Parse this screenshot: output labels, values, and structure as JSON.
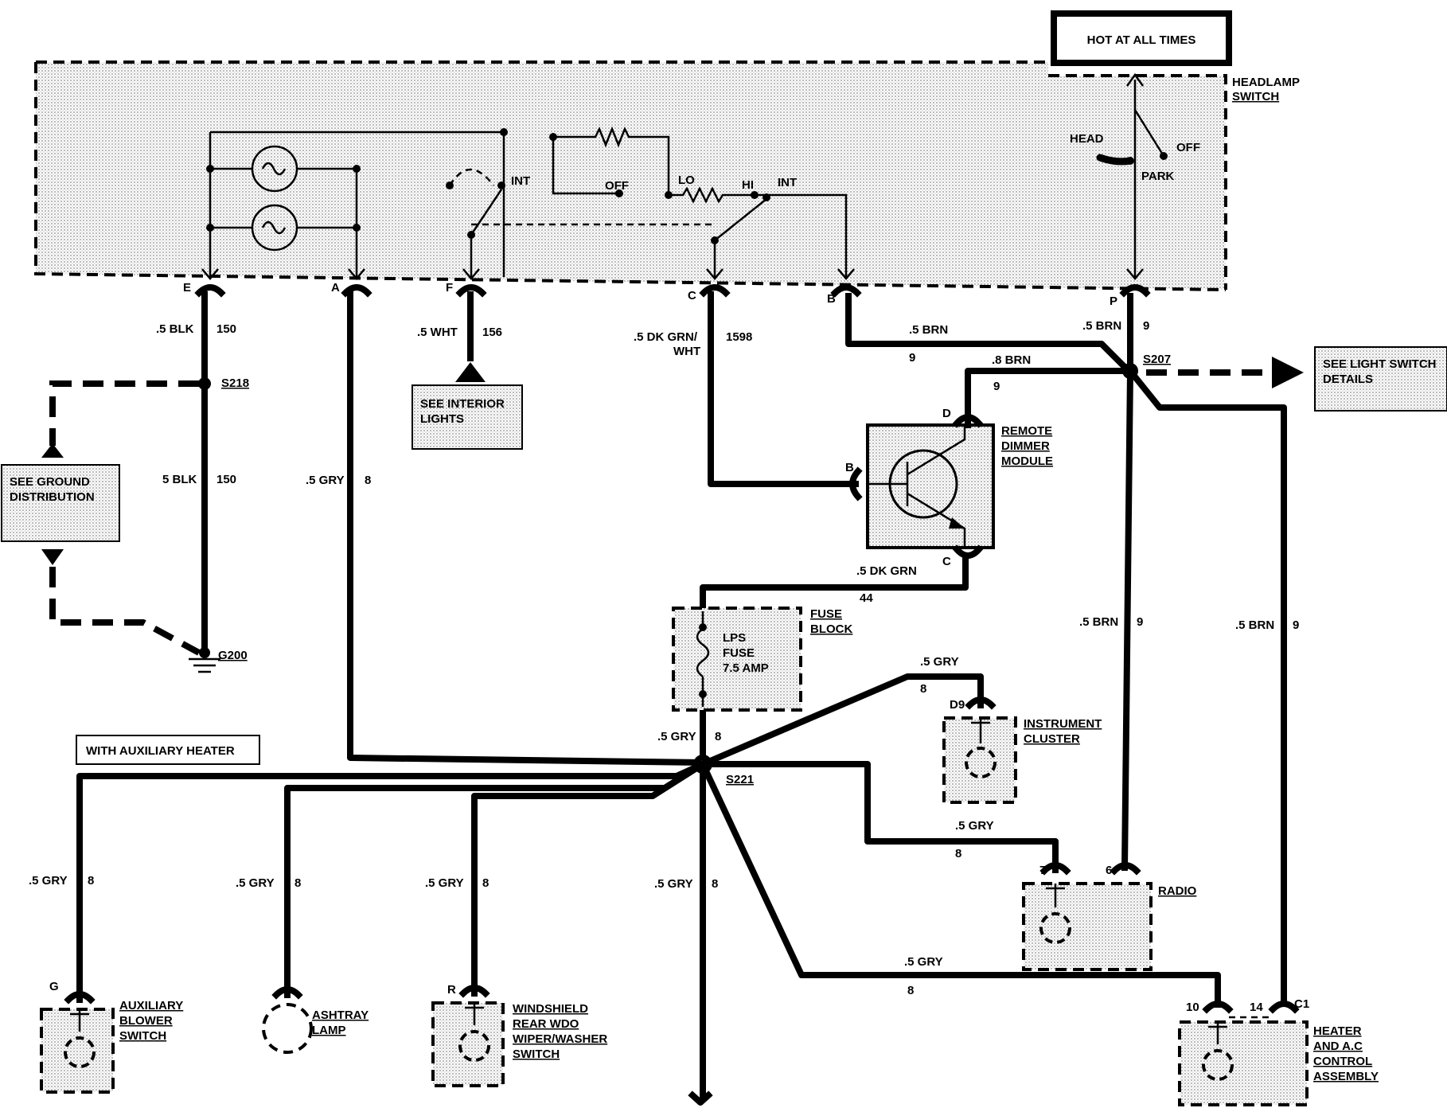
{
  "hot_label": "HOT AT ALL TIMES",
  "headlamp_switch": {
    "name_line1": "HEADLAMP",
    "name_line2": "SWITCH",
    "pos_head": "HEAD",
    "pos_off": "OFF",
    "pos_park": "PARK",
    "int_left": "INT",
    "off_mid": "OFF",
    "lo": "LO",
    "hi": "HI",
    "int_right": "INT"
  },
  "terminals": {
    "e": "E",
    "a": "A",
    "f": "F",
    "c": "C",
    "b": "B",
    "p": "P"
  },
  "wires": {
    "e_color": ".5 BLK",
    "e_num": "150",
    "e2_color": "5 BLK",
    "e2_num": "150",
    "a_color": ".5 GRY",
    "a_num": "8",
    "f_color": ".5 WHT",
    "f_num": "156",
    "c_color1": ".5 DK GRN/",
    "c_color2": "WHT",
    "c_num": "1598",
    "b_color": ".5 BRN",
    "b_num": "9",
    "p_color": ".5 BRN",
    "p_num": "9",
    "brn8_color": ".8 BRN",
    "brn8_num": "9",
    "dkgrn_color": ".5 DK GRN",
    "dkgrn_num": "44",
    "radio_brn_color": ".5 BRN",
    "radio_brn_num": "9",
    "hvac_brn_color": ".5 BRN",
    "hvac_brn_num": "9",
    "s221_in_color": ".5 GRY",
    "s221_in_num": "8",
    "ic_color": ".5 GRY",
    "ic_num": "8",
    "radio_gry_color": ".5 GRY",
    "radio_gry_num": "8",
    "hvac_gry_color": ".5 GRY",
    "hvac_gry_num": "8",
    "aux_color": ".5 GRY",
    "aux_num": "8",
    "ash_color": ".5 GRY",
    "ash_num": "8",
    "wiper_color": ".5 GRY",
    "wiper_num": "8",
    "down_color": ".5 GRY",
    "down_num": "8"
  },
  "splices": {
    "s218": "S218",
    "s207": "S207",
    "s221": "S221",
    "g200": "G200"
  },
  "refs": {
    "interior_1": "SEE INTERIOR",
    "interior_2": "LIGHTS",
    "ground_1": "SEE GROUND",
    "ground_2": "DISTRIBUTION",
    "light_1": "SEE LIGHT SWITCH",
    "light_2": "DETAILS"
  },
  "dimmer": {
    "name1": "REMOTE",
    "name2": "DIMMER",
    "name3": "MODULE",
    "pin_d": "D",
    "pin_b": "B",
    "pin_c": "C"
  },
  "fuse": {
    "block1": "FUSE",
    "block2": "BLOCK",
    "f1": "LPS",
    "f2": "FUSE",
    "f3": "7.5 AMP"
  },
  "aux_heater_label": "WITH AUXILIARY HEATER",
  "components": {
    "ic1": "INSTRUMENT",
    "ic2": "CLUSTER",
    "ic_pin": "D9",
    "radio": "RADIO",
    "radio_pin7": "7",
    "radio_pin6": "6",
    "hvac1": "HEATER",
    "hvac2": "AND A.C",
    "hvac3": "CONTROL",
    "hvac4": "ASSEMBLY",
    "hvac_pin10": "10",
    "hvac_pin14": "14",
    "hvac_c1": "C1",
    "aux1": "AUXILIARY",
    "aux2": "BLOWER",
    "aux3": "SWITCH",
    "aux_pin": "G",
    "ash1": "ASHTRAY",
    "ash2": "LAMP",
    "wip1": "WINDSHIELD",
    "wip2": "REAR WDO",
    "wip3": "WIPER/WASHER",
    "wip4": "SWITCH",
    "wip_pin": "R"
  }
}
